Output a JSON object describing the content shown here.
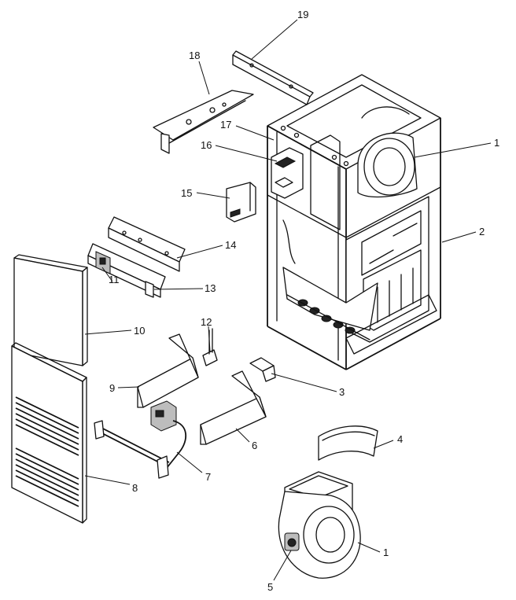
{
  "callouts": [
    {
      "id": "c19",
      "text": "19"
    },
    {
      "id": "c18",
      "text": "18"
    },
    {
      "id": "c17",
      "text": "17"
    },
    {
      "id": "c16",
      "text": "16"
    },
    {
      "id": "c15",
      "text": "15"
    },
    {
      "id": "c14",
      "text": "14"
    },
    {
      "id": "c13",
      "text": "13"
    },
    {
      "id": "c12",
      "text": "12"
    },
    {
      "id": "c11",
      "text": "11"
    },
    {
      "id": "c10",
      "text": "10"
    },
    {
      "id": "c9",
      "text": "9"
    },
    {
      "id": "c8",
      "text": "8"
    },
    {
      "id": "c7",
      "text": "7"
    },
    {
      "id": "c6",
      "text": "6"
    },
    {
      "id": "c5",
      "text": "5"
    },
    {
      "id": "c4",
      "text": "4"
    },
    {
      "id": "c3",
      "text": "3"
    },
    {
      "id": "c2",
      "text": "2"
    },
    {
      "id": "c1a",
      "text": "1"
    },
    {
      "id": "c1b",
      "text": "1"
    }
  ],
  "colors": {
    "line": "#111111",
    "paper": "#ffffff"
  }
}
